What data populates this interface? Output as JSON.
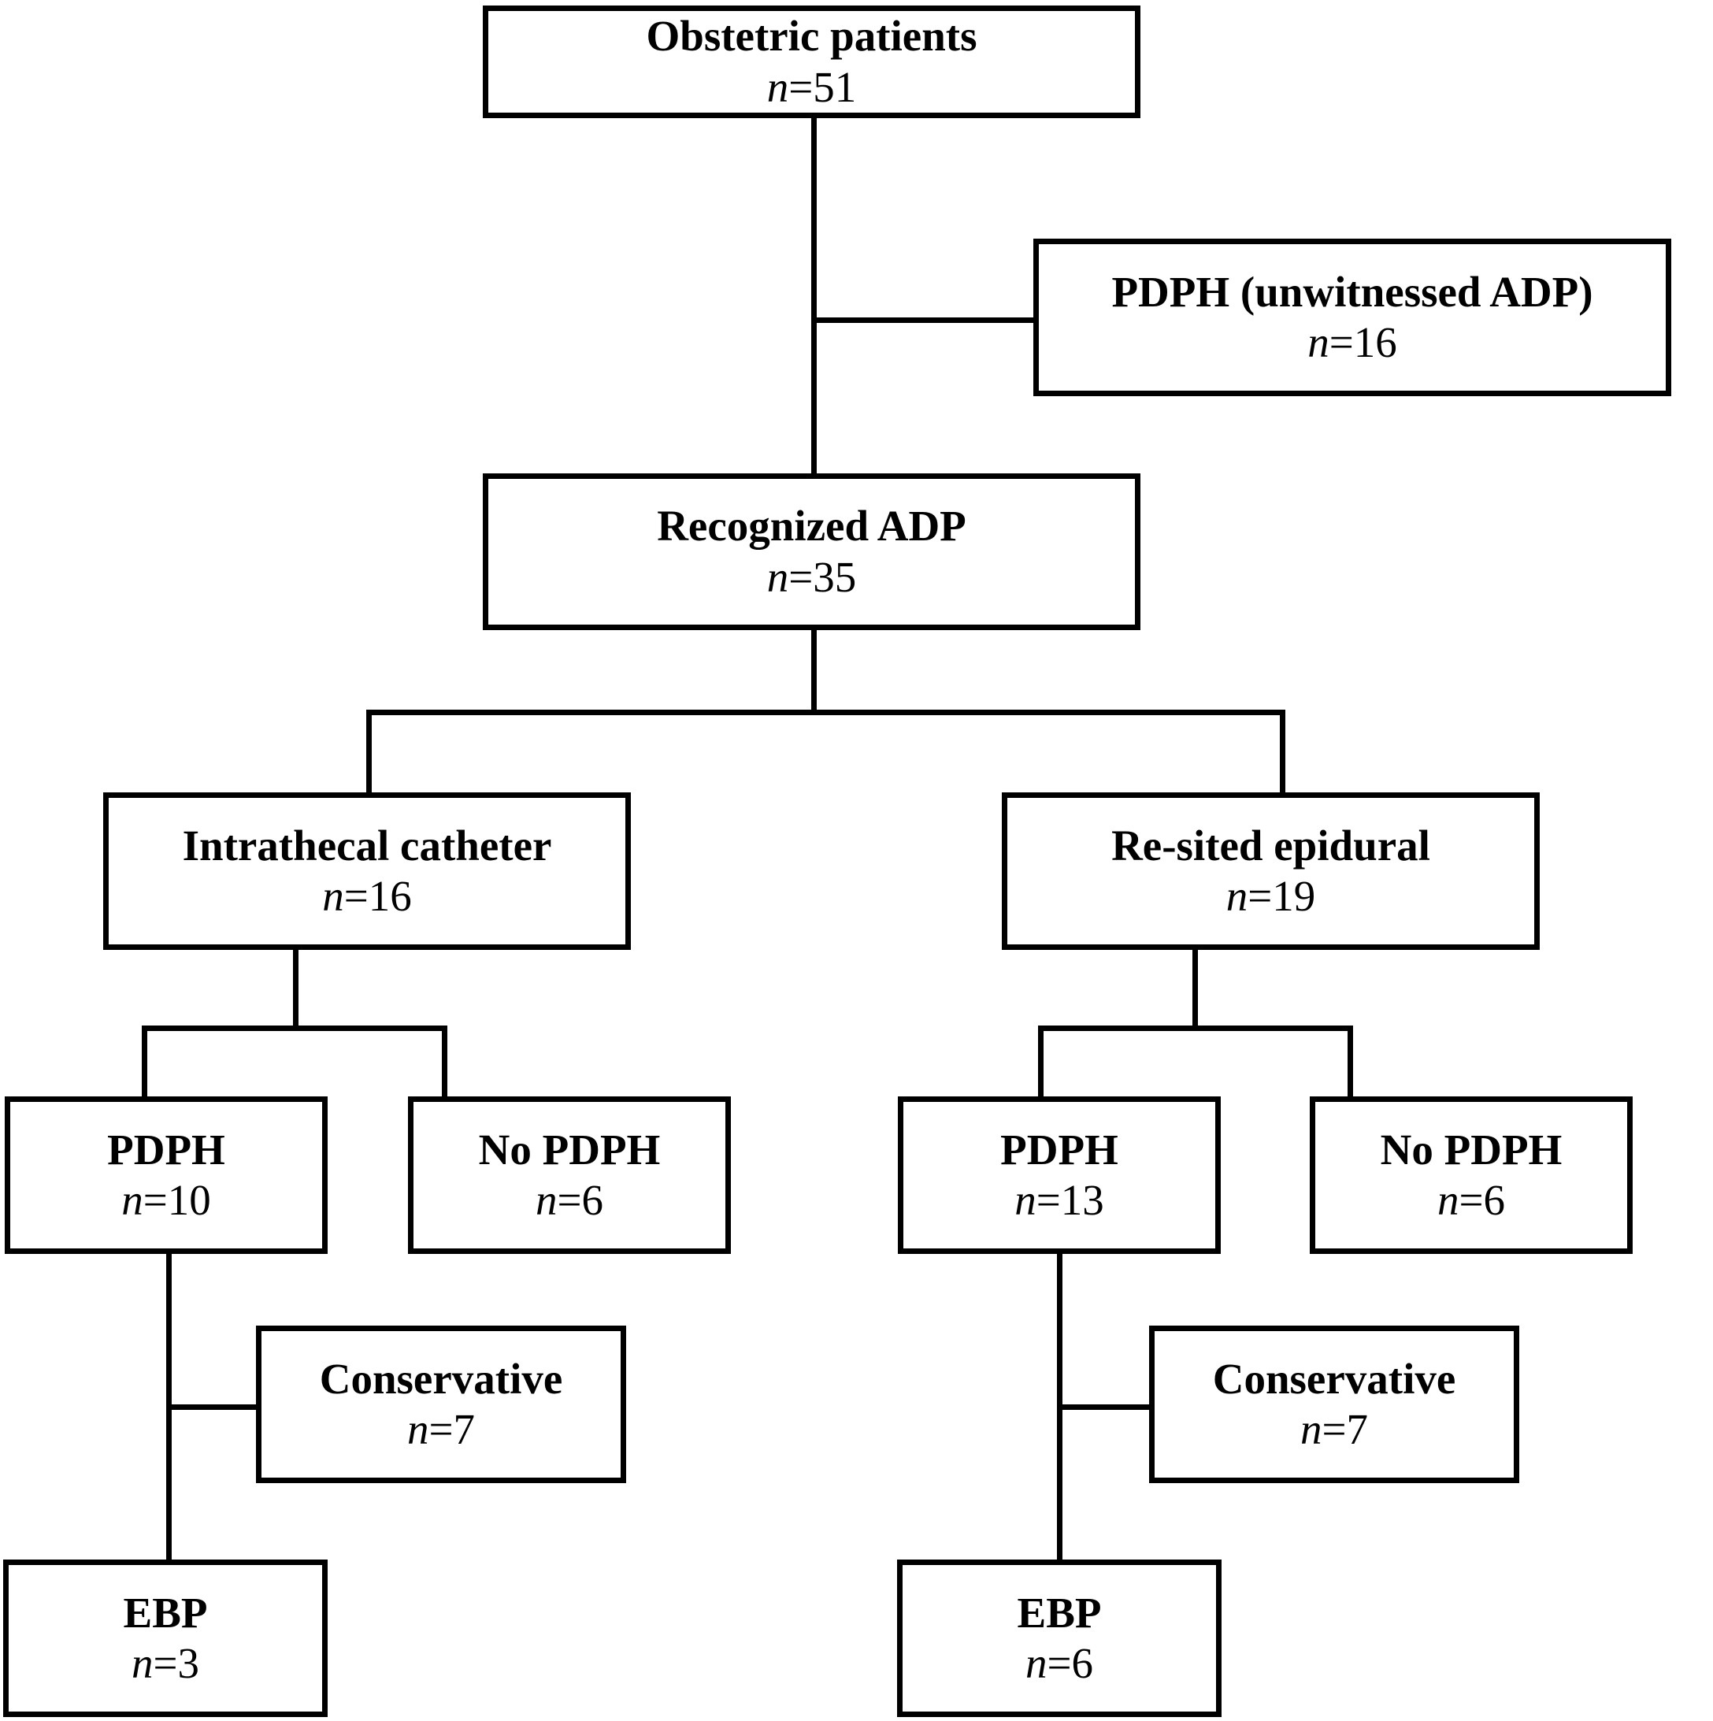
{
  "diagram": {
    "type": "flowchart",
    "orientation": "top-down",
    "line_color": "#000000",
    "box_border_color": "#000000",
    "background_color": "#ffffff",
    "nodes": [
      {
        "id": "obstetric_patients",
        "title": "Obstetric patients",
        "n_label": "n",
        "n_value": "51",
        "count": "n=51"
      },
      {
        "id": "pdph_unwitnessed",
        "title": "PDPH (unwitnessed ADP)",
        "n_label": "n",
        "n_value": "16",
        "count": "n=16"
      },
      {
        "id": "recognized_adp",
        "title": "Recognized ADP",
        "n_label": "n",
        "n_value": "35",
        "count": "n=35"
      },
      {
        "id": "intrathecal_catheter",
        "title": "Intrathecal catheter",
        "n_label": "n",
        "n_value": "16",
        "count": "n=16"
      },
      {
        "id": "resited_epidural",
        "title": "Re-sited epidural",
        "n_label": "n",
        "n_value": "19",
        "count": "n=19"
      },
      {
        "id": "left_pdph",
        "title": "PDPH",
        "n_label": "n",
        "n_value": "10",
        "count": "n=10"
      },
      {
        "id": "left_no_pdph",
        "title": "No PDPH",
        "n_label": "n",
        "n_value": "6",
        "count": "n=6"
      },
      {
        "id": "right_pdph",
        "title": "PDPH",
        "n_label": "n",
        "n_value": "13",
        "count": "n=13"
      },
      {
        "id": "right_no_pdph",
        "title": "No PDPH",
        "n_label": "n",
        "n_value": "6",
        "count": "n=6"
      },
      {
        "id": "left_conservative",
        "title": "Conservative",
        "n_label": "n",
        "n_value": "7",
        "count": "n=7"
      },
      {
        "id": "right_conservative",
        "title": "Conservative",
        "n_label": "n",
        "n_value": "7",
        "count": "n=7"
      },
      {
        "id": "left_ebp",
        "title": "EBP",
        "n_label": "n",
        "n_value": "3",
        "count": "n=3"
      },
      {
        "id": "right_ebp",
        "title": "EBP",
        "n_label": "n",
        "n_value": "6",
        "count": "n=6"
      }
    ]
  }
}
